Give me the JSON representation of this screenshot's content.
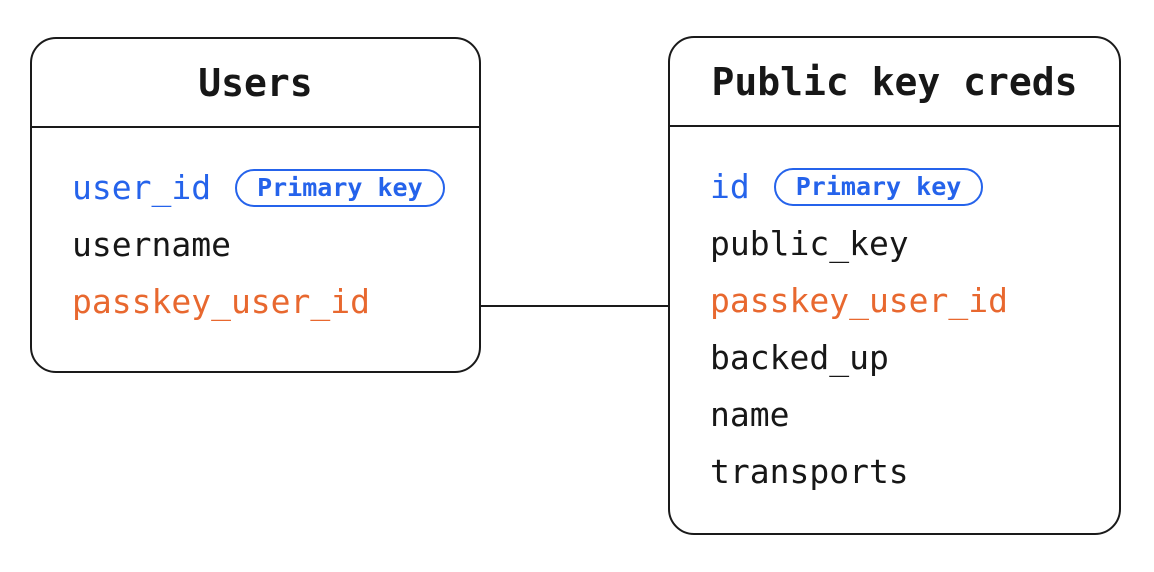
{
  "tables": [
    {
      "title": "Users",
      "fields": [
        {
          "name": "user_id",
          "role": "primary-key",
          "badge": "Primary key",
          "color": "#2563eb"
        },
        {
          "name": "username",
          "role": "column",
          "color": "#171717"
        },
        {
          "name": "passkey_user_id",
          "role": "foreign-key",
          "color": "#e8682f"
        }
      ]
    },
    {
      "title": "Public key creds",
      "fields": [
        {
          "name": "id",
          "role": "primary-key",
          "badge": "Primary key",
          "color": "#2563eb"
        },
        {
          "name": "public_key",
          "role": "column",
          "color": "#171717"
        },
        {
          "name": "passkey_user_id",
          "role": "foreign-key",
          "color": "#e8682f"
        },
        {
          "name": "backed_up",
          "role": "column",
          "color": "#171717"
        },
        {
          "name": "name",
          "role": "column",
          "color": "#171717"
        },
        {
          "name": "transports",
          "role": "column",
          "color": "#171717"
        }
      ]
    }
  ],
  "relation": {
    "from_table": "Users",
    "from_field": "passkey_user_id",
    "to_table": "Public key creds",
    "to_field": "passkey_user_id"
  },
  "colors": {
    "primary_key_blue": "#2563eb",
    "foreign_key_orange": "#e8682f",
    "text_black": "#171717",
    "border_black": "#1a1a1a",
    "background": "#ffffff"
  }
}
